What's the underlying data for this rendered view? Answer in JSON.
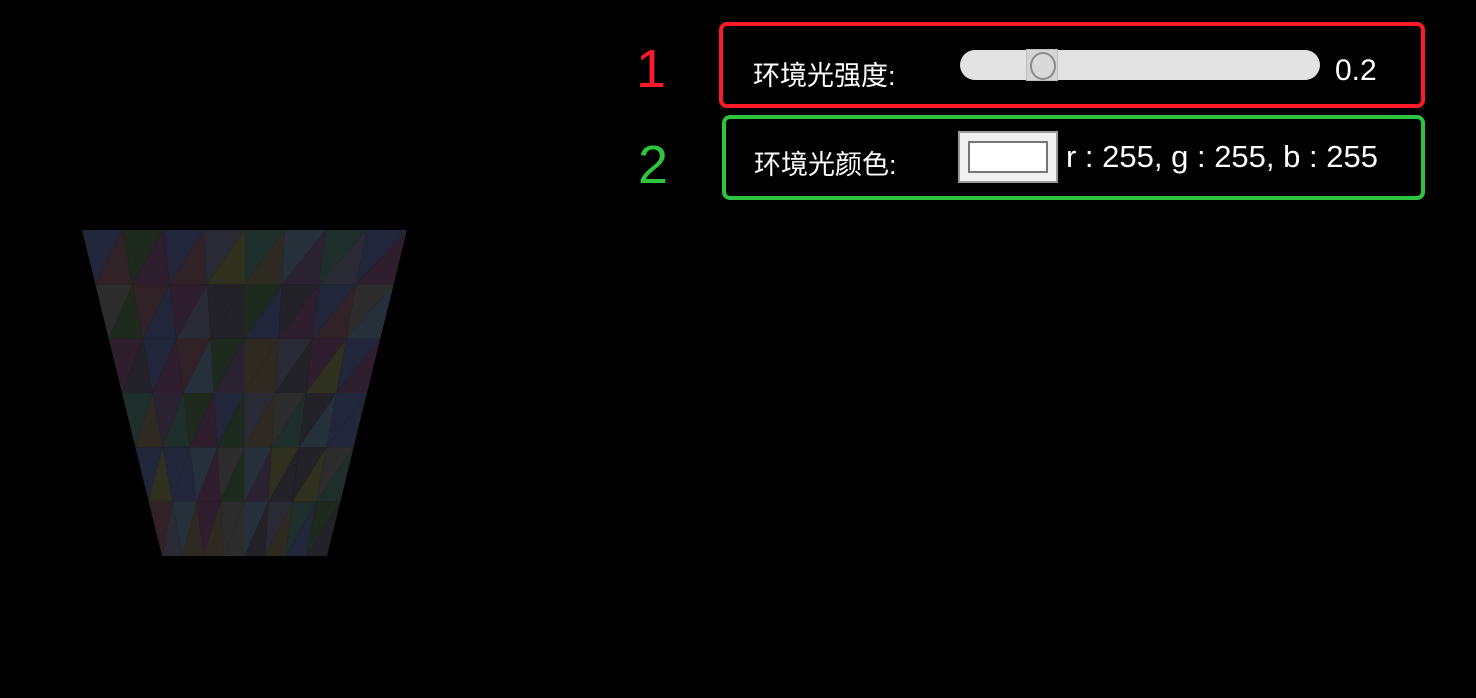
{
  "annotations": {
    "one": "1",
    "two": "2"
  },
  "intensity": {
    "label": "环境光强度:",
    "value": 0.2,
    "value_text": "0.2",
    "min": 0,
    "max": 1
  },
  "color": {
    "label": "环境光颜色:",
    "value_hex": "#ffffff",
    "rgb_text": "r : 255, g : 255, b : 255"
  },
  "colors": {
    "red_box": "#ff1a2a",
    "green_box": "#2ec440"
  }
}
